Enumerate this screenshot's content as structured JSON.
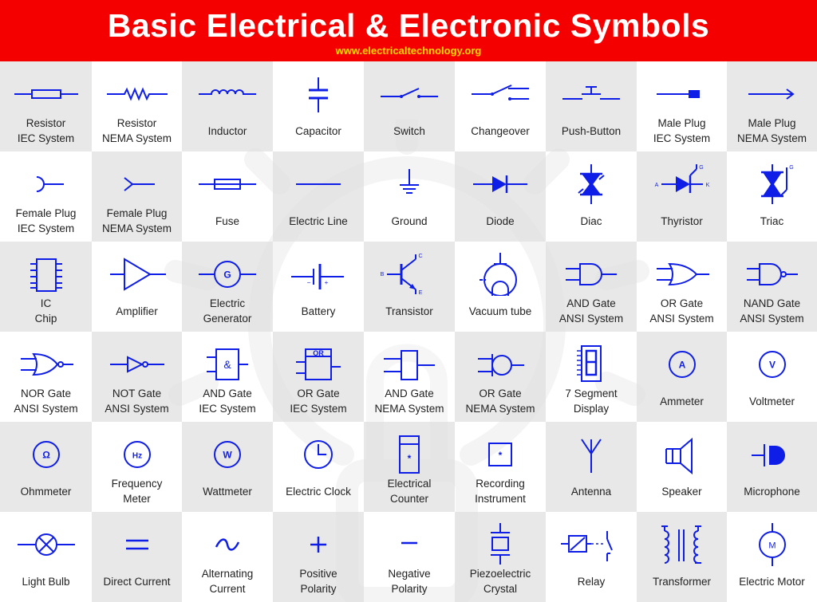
{
  "header": {
    "title": "Basic Electrical & Electronic Symbols",
    "url": "www.electricaltechnology.org"
  },
  "colors": {
    "header_bg": "#f40000",
    "symbol": "#0f1ee6",
    "url": "#ffd700",
    "cell_gray": "#e4e4e4",
    "text": "#222222"
  },
  "cells": [
    {
      "name": "resistor-iec",
      "icon": "resistor-iec-icon",
      "label1": "Resistor",
      "label2": "IEC System",
      "letter": ""
    },
    {
      "name": "resistor-nema",
      "icon": "resistor-nema-icon",
      "label1": "Resistor",
      "label2": "NEMA System",
      "letter": ""
    },
    {
      "name": "inductor",
      "icon": "inductor-icon",
      "label1": "Inductor",
      "label2": "",
      "letter": ""
    },
    {
      "name": "capacitor",
      "icon": "capacitor-icon",
      "label1": "Capacitor",
      "label2": "",
      "letter": ""
    },
    {
      "name": "switch",
      "icon": "switch-icon",
      "label1": "Switch",
      "label2": "",
      "letter": ""
    },
    {
      "name": "changeover",
      "icon": "changeover-icon",
      "label1": "Changeover",
      "label2": "",
      "letter": ""
    },
    {
      "name": "push-button",
      "icon": "push-button-icon",
      "label1": "Push-Button",
      "label2": "",
      "letter": ""
    },
    {
      "name": "male-plug-iec",
      "icon": "male-plug-iec-icon",
      "label1": "Male Plug",
      "label2": "IEC System",
      "letter": ""
    },
    {
      "name": "male-plug-nema",
      "icon": "male-plug-nema-icon",
      "label1": "Male Plug",
      "label2": "NEMA System",
      "letter": ""
    },
    {
      "name": "female-plug-iec",
      "icon": "female-plug-iec-icon",
      "label1": "Female Plug",
      "label2": "IEC System",
      "letter": ""
    },
    {
      "name": "female-plug-nema",
      "icon": "female-plug-nema-icon",
      "label1": "Female Plug",
      "label2": "NEMA System",
      "letter": ""
    },
    {
      "name": "fuse",
      "icon": "fuse-icon",
      "label1": "Fuse",
      "label2": "",
      "letter": ""
    },
    {
      "name": "electric-line",
      "icon": "electric-line-icon",
      "label1": "Electric Line",
      "label2": "",
      "letter": ""
    },
    {
      "name": "ground",
      "icon": "ground-icon",
      "label1": "Ground",
      "label2": "",
      "letter": ""
    },
    {
      "name": "diode",
      "icon": "diode-icon",
      "label1": "Diode",
      "label2": "",
      "letter": ""
    },
    {
      "name": "diac",
      "icon": "diac-icon",
      "label1": "Diac",
      "label2": "",
      "letter": ""
    },
    {
      "name": "thyristor",
      "icon": "thyristor-icon",
      "label1": "Thyristor",
      "label2": "",
      "letter": ""
    },
    {
      "name": "triac",
      "icon": "triac-icon",
      "label1": "Triac",
      "label2": "",
      "letter": ""
    },
    {
      "name": "ic-chip",
      "icon": "ic-chip-icon",
      "label1": "IC",
      "label2": "Chip",
      "letter": ""
    },
    {
      "name": "amplifier",
      "icon": "amplifier-icon",
      "label1": "Amplifier",
      "label2": "",
      "letter": ""
    },
    {
      "name": "electric-generator",
      "icon": "generator-icon",
      "label1": "Electric",
      "label2": "Generator",
      "letter": "G"
    },
    {
      "name": "battery",
      "icon": "battery-icon",
      "label1": "Battery",
      "label2": "",
      "letter": ""
    },
    {
      "name": "transistor",
      "icon": "transistor-icon",
      "label1": "Transistor",
      "label2": "",
      "letter": ""
    },
    {
      "name": "vacuum-tube",
      "icon": "vacuum-tube-icon",
      "label1": "Vacuum tube",
      "label2": "",
      "letter": ""
    },
    {
      "name": "and-gate-ansi",
      "icon": "and-gate-ansi-icon",
      "label1": "AND Gate",
      "label2": "ANSI System",
      "letter": ""
    },
    {
      "name": "or-gate-ansi",
      "icon": "or-gate-ansi-icon",
      "label1": "OR Gate",
      "label2": "ANSI System",
      "letter": ""
    },
    {
      "name": "nand-gate-ansi",
      "icon": "nand-gate-ansi-icon",
      "label1": "NAND Gate",
      "label2": "ANSI System",
      "letter": ""
    },
    {
      "name": "nor-gate-ansi",
      "icon": "nor-gate-ansi-icon",
      "label1": "NOR Gate",
      "label2": "ANSI System",
      "letter": ""
    },
    {
      "name": "not-gate-ansi",
      "icon": "not-gate-ansi-icon",
      "label1": "NOT Gate",
      "label2": "ANSI System",
      "letter": ""
    },
    {
      "name": "and-gate-iec",
      "icon": "and-gate-iec-icon",
      "label1": "AND Gate",
      "label2": "IEC System",
      "letter": "&"
    },
    {
      "name": "or-gate-iec",
      "icon": "or-gate-iec-icon",
      "label1": "OR Gate",
      "label2": "IEC System",
      "letter": "OR"
    },
    {
      "name": "and-gate-nema",
      "icon": "and-gate-nema-icon",
      "label1": "AND Gate",
      "label2": "NEMA System",
      "letter": ""
    },
    {
      "name": "or-gate-nema",
      "icon": "or-gate-nema-icon",
      "label1": "OR Gate",
      "label2": "NEMA System",
      "letter": ""
    },
    {
      "name": "seven-segment-display",
      "icon": "seven-segment-icon",
      "label1": "7 Segment",
      "label2": "Display",
      "letter": ""
    },
    {
      "name": "ammeter",
      "icon": "ammeter-icon",
      "label1": "Ammeter",
      "label2": "",
      "letter": "A"
    },
    {
      "name": "voltmeter",
      "icon": "voltmeter-icon",
      "label1": "Voltmeter",
      "label2": "",
      "letter": "V"
    },
    {
      "name": "ohmmeter",
      "icon": "ohmmeter-icon",
      "label1": "Ohmmeter",
      "label2": "",
      "letter": "Ω"
    },
    {
      "name": "frequency-meter",
      "icon": "frequency-meter-icon",
      "label1": "Frequency",
      "label2": "Meter",
      "letter": "Hz"
    },
    {
      "name": "wattmeter",
      "icon": "wattmeter-icon",
      "label1": "Wattmeter",
      "label2": "",
      "letter": "W"
    },
    {
      "name": "electric-clock",
      "icon": "clock-icon",
      "label1": "Electric Clock",
      "label2": "",
      "letter": ""
    },
    {
      "name": "electrical-counter",
      "icon": "counter-icon",
      "label1": "Electrical",
      "label2": "Counter",
      "letter": "*"
    },
    {
      "name": "recording-instrument",
      "icon": "recording-instrument-icon",
      "label1": "Recording",
      "label2": "Instrument",
      "letter": "*"
    },
    {
      "name": "antenna",
      "icon": "antenna-icon",
      "label1": "Antenna",
      "label2": "",
      "letter": ""
    },
    {
      "name": "speaker",
      "icon": "speaker-icon",
      "label1": "Speaker",
      "label2": "",
      "letter": ""
    },
    {
      "name": "microphone",
      "icon": "microphone-icon",
      "label1": "Microphone",
      "label2": "",
      "letter": ""
    },
    {
      "name": "light-bulb",
      "icon": "light-bulb-icon",
      "label1": "Light Bulb",
      "label2": "",
      "letter": ""
    },
    {
      "name": "direct-current",
      "icon": "direct-current-icon",
      "label1": "Direct Current",
      "label2": "",
      "letter": ""
    },
    {
      "name": "alternating-current",
      "icon": "alternating-current-icon",
      "label1": "Alternating",
      "label2": "Current",
      "letter": ""
    },
    {
      "name": "positive-polarity",
      "icon": "positive-polarity-icon",
      "label1": "Positive",
      "label2": "Polarity",
      "letter": ""
    },
    {
      "name": "negative-polarity",
      "icon": "negative-polarity-icon",
      "label1": "Negative",
      "label2": "Polarity",
      "letter": ""
    },
    {
      "name": "piezoelectric-crystal",
      "icon": "piezo-crystal-icon",
      "label1": "Piezoelectric",
      "label2": "Crystal",
      "letter": ""
    },
    {
      "name": "relay",
      "icon": "relay-icon",
      "label1": "Relay",
      "label2": "",
      "letter": ""
    },
    {
      "name": "transformer",
      "icon": "transformer-icon",
      "label1": "Transformer",
      "label2": "",
      "letter": ""
    },
    {
      "name": "electric-motor",
      "icon": "motor-icon",
      "label1": "Electric Motor",
      "label2": "",
      "letter": "M"
    }
  ],
  "symbol_text": {
    "thyristor_a": "A",
    "thyristor_g": "G",
    "thyristor_k": "K",
    "triac_g": "G",
    "transistor_b": "B",
    "transistor_c": "C",
    "transistor_e": "E",
    "battery_minus": "−",
    "battery_plus": "+"
  }
}
